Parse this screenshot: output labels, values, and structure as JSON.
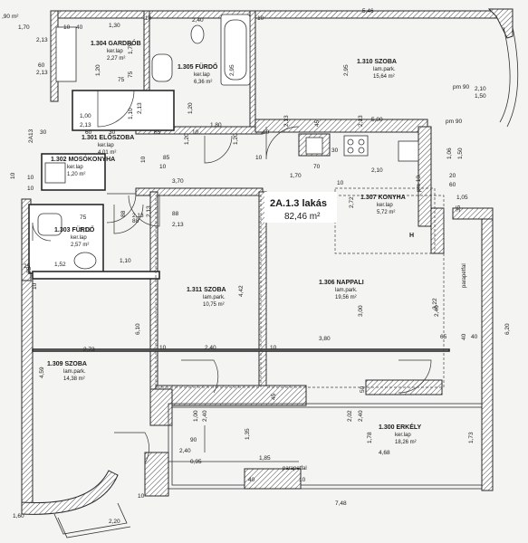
{
  "apartment": {
    "title": "2A.1.3 lakás",
    "area": "82,46 m²"
  },
  "rooms": [
    {
      "name": "1.304 GARDRÓB",
      "floor": "ker.lap",
      "area": "2,27 m²"
    },
    {
      "name": "1.305 FÜRDŐ",
      "floor": "ker.lap",
      "area": "6,36 m²"
    },
    {
      "name": "1.310 SZOBA",
      "floor": "lam.park.",
      "area": "15,64 m²"
    },
    {
      "name": "1.301 ELŐSZOBA",
      "floor": "ker.lap",
      "area": "4,01 m²"
    },
    {
      "name": "1.302 MOSÓKONYHA",
      "floor": "ker.lap",
      "area": "1,20 m²"
    },
    {
      "name": "1.303 FÜRDŐ",
      "floor": "ker.lap",
      "area": "2,57 m²"
    },
    {
      "name": "1.307 KONYHA",
      "floor": "ker.lap",
      "area": "5,72 m²"
    },
    {
      "name": "1.311 SZOBA",
      "floor": "lam.park.",
      "area": "10,75 m²"
    },
    {
      "name": "1.306 NAPPALI",
      "floor": "lam.park.",
      "area": "19,56 m²"
    },
    {
      "name": "1.309 SZOBA",
      "floor": "lam.park.",
      "area": "14,38 m²"
    },
    {
      "name": "1.300 ERKÉLY",
      "floor": "ker.lap",
      "area": "18,26 m²"
    }
  ],
  "labels": {
    "grid_ref": "2A13",
    "parapet_1": "parapetfal",
    "parapet_2": "parapetfal",
    "pm_1": "pm 90",
    "pm_2": "pm 90",
    "pm_3": "pm 10",
    "stove_mark": "H"
  },
  "dims_h": [
    ",90 m²",
    "1,70",
    "10",
    "40",
    "1,30",
    "10",
    "2,40",
    "10",
    "5,46",
    "2,13",
    "60",
    "2,13",
    "75",
    "1,00",
    "2,13",
    "2,10",
    "1,50",
    "30",
    "60",
    "30",
    "65",
    "10",
    "1,80",
    "10",
    "5,00",
    "85",
    "70",
    "2,10",
    "10",
    "30",
    "10",
    "1,70",
    "20",
    "60",
    "10",
    "3,70",
    "88",
    "2,13",
    "1,05",
    "75",
    "2,13",
    "1,52",
    "1,10",
    "2,73",
    "10",
    "2,40",
    "10",
    "3,80",
    "65",
    "40",
    "90",
    "2,40",
    "0,95",
    "1,85",
    "40",
    "10",
    "4,68",
    "7,48",
    "1,60",
    "2,20",
    "10",
    "88",
    "2,13",
    "10",
    "10",
    "25"
  ],
  "dims_v": [
    "1,75",
    "1,20",
    "2,95",
    "2,95",
    "75",
    "1,20",
    "1,10",
    "1,20",
    "1,20",
    "2,13",
    "88",
    "2,72",
    "1,06",
    "1,50",
    "35",
    "6,10",
    "4,42",
    "3,00",
    "3,22",
    "2,40",
    "4,59",
    "1,00",
    "2,40",
    "1,35",
    "2,02",
    "2,40",
    "1,78",
    "1,73",
    "6,20",
    "40",
    "45",
    "50",
    "45",
    "2,13",
    "2,13",
    "10",
    "25",
    "10",
    "10",
    "2,13"
  ]
}
